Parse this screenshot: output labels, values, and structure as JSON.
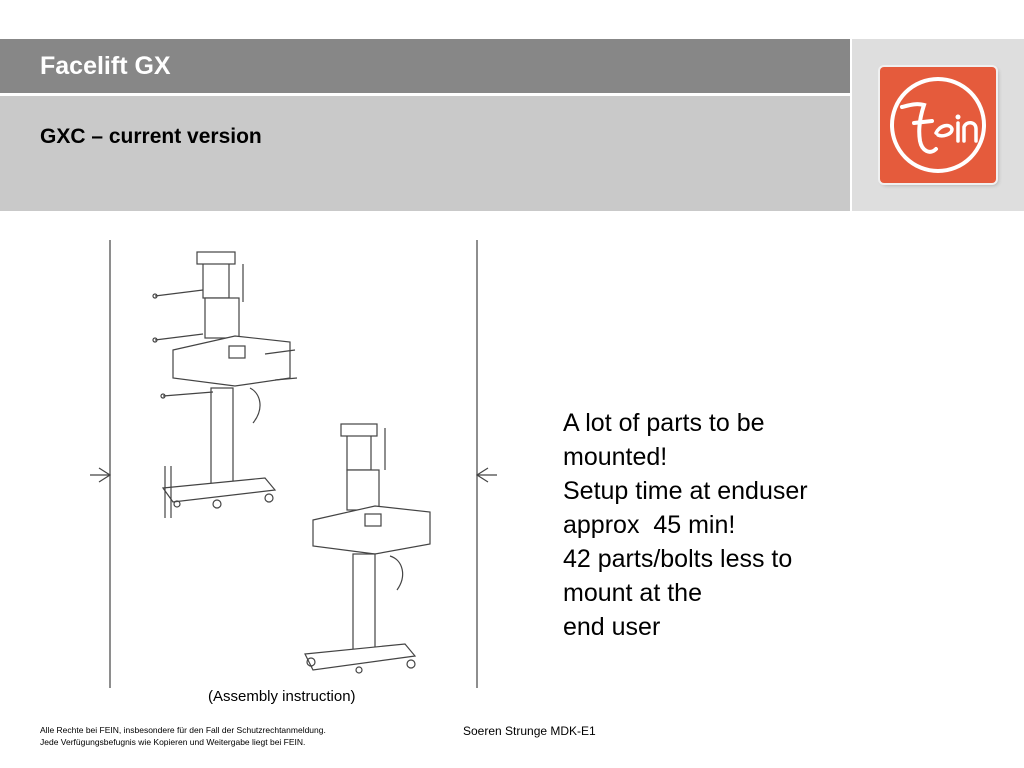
{
  "header": {
    "title": "Facelift GX",
    "subtitle": "GXC – current version"
  },
  "logo": {
    "icon": "fein-logo",
    "brand_color": "#e55b3c"
  },
  "figure": {
    "icon": "assembly-drawing",
    "caption": "(Assembly instruction)"
  },
  "body": {
    "lines": [
      "A lot of parts to be",
      "mounted!",
      "Setup time at enduser",
      "approx  45 min!",
      "42 parts/bolts less to",
      "mount at the",
      "end user"
    ]
  },
  "footer": {
    "legal_line1": "Alle Rechte bei FEIN, insbesondere für den Fall der Schutzrechtanmeldung.",
    "legal_line2": "Jede Verfügungsbefugnis wie Kopieren und Weitergabe liegt bei FEIN.",
    "author": "Soeren Strunge MDK-E1"
  },
  "colors": {
    "title_bar": "#878787",
    "subtitle_bar": "#c9c9c9",
    "logo_panel": "#dedede"
  }
}
